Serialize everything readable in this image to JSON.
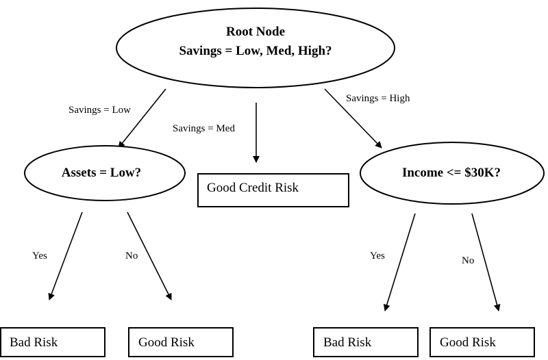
{
  "root": {
    "line1": "Root Node",
    "line2": "Savings = Low, Med, High?"
  },
  "nodes": {
    "assets": "Assets = Low?",
    "income": "Income <= $30K?",
    "good_credit": "Good Credit Risk"
  },
  "edges": {
    "savings_low": "Savings = Low",
    "savings_med": "Savings = Med",
    "savings_high": "Savings = High",
    "assets_yes": "Yes",
    "assets_no": "No",
    "income_yes": "Yes",
    "income_no": "No"
  },
  "leaves": {
    "bad_risk_left": "Bad Risk",
    "good_risk_left": "Good Risk",
    "bad_risk_right": "Bad Risk",
    "good_risk_right": "Good Risk"
  }
}
